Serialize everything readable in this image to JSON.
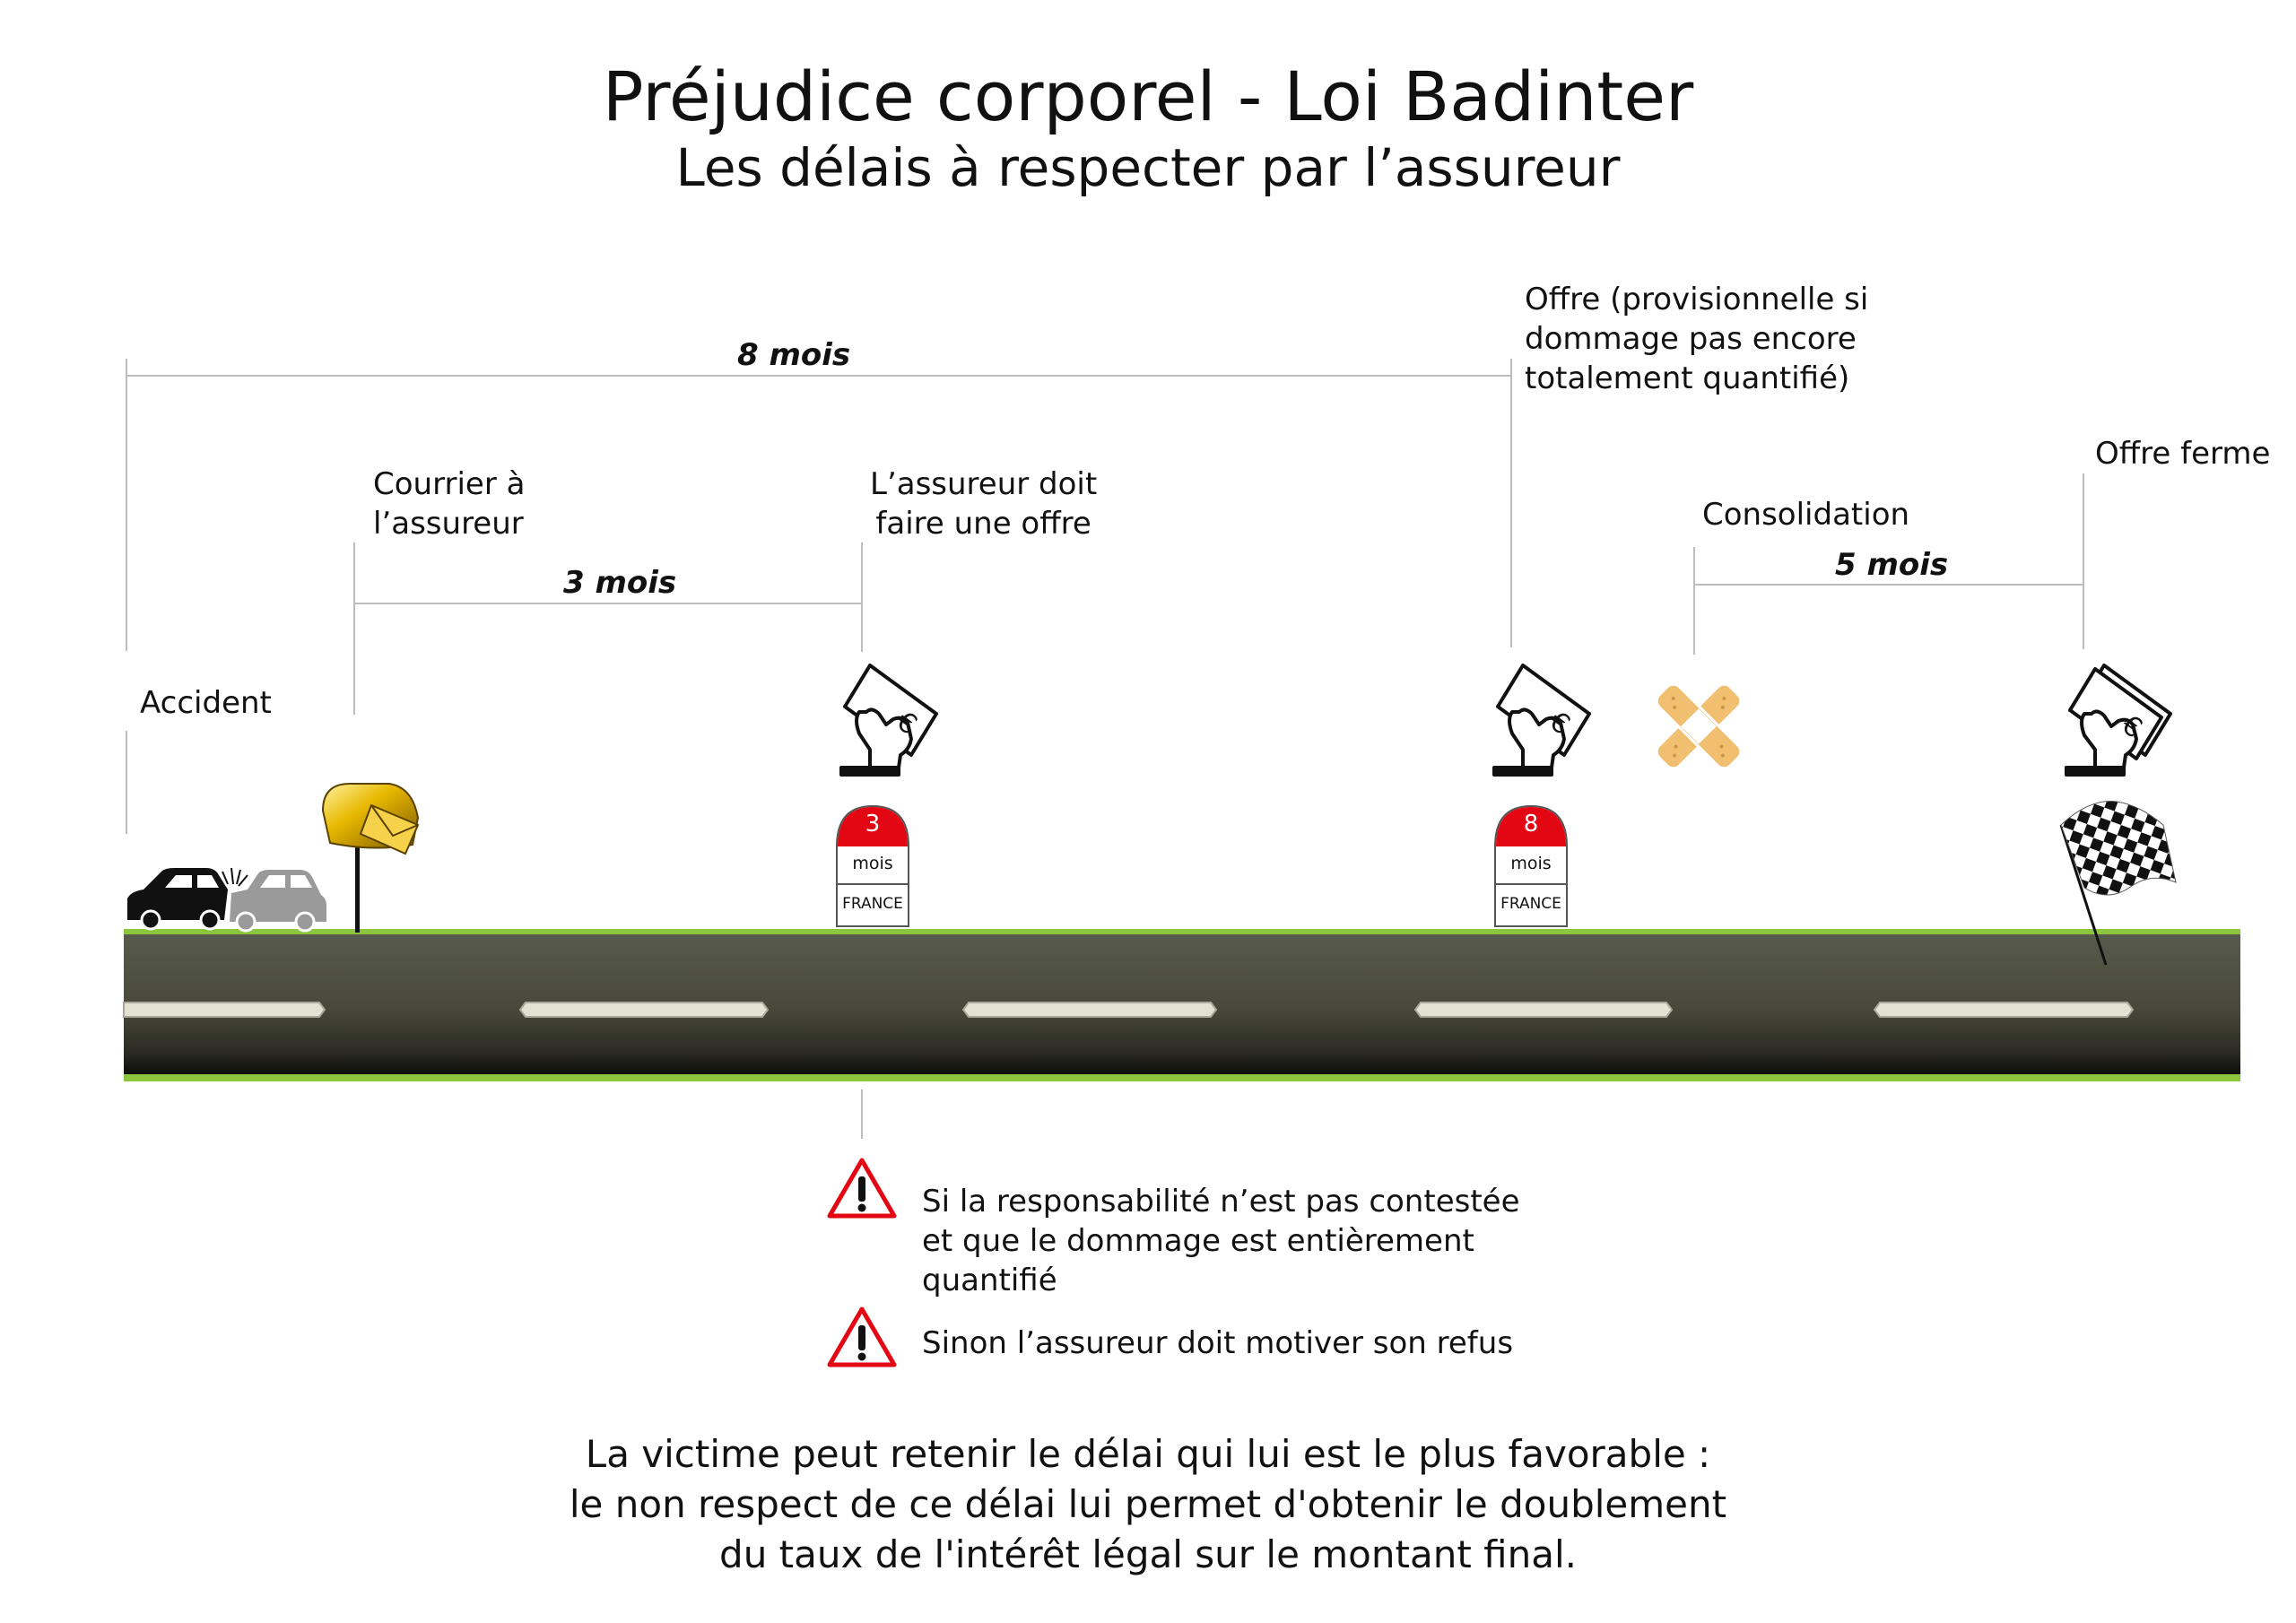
{
  "title": "Préjudice corporel - Loi Badinter",
  "subtitle": "Les délais à respecter par l’assureur",
  "durations": {
    "eight_months": "8 mois",
    "three_months": "3 mois",
    "five_months": "5 mois"
  },
  "events": {
    "accident": "Accident",
    "courrier": [
      "Courrier à",
      "l’assureur"
    ],
    "offre_3mois": [
      "L’assureur doit",
      "faire une offre"
    ],
    "offre_provisionnelle": [
      "Offre (provisionnelle si",
      "dommage pas encore",
      "totalement quantifié)"
    ],
    "consolidation": "Consolidation",
    "offre_ferme": "Offre ferme"
  },
  "milestones": {
    "m3": {
      "number": "3",
      "unit": "mois",
      "country": "FRANCE"
    },
    "m8": {
      "number": "8",
      "unit": "mois",
      "country": "FRANCE"
    }
  },
  "warnings": [
    [
      "Si la responsabilité n’est pas contestée",
      "et que le dommage est entièrement",
      "quantifié"
    ],
    [
      "Sinon l’assureur doit motiver son refus"
    ]
  ],
  "footer": [
    "La victime peut retenir le délai qui lui est le plus favorable :",
    "le non respect de ce délai lui permet d'obtenir le doublement",
    "du taux de l'intérêt légal sur le montant final."
  ],
  "colors": {
    "road": "#4a4b3f",
    "road_edge": "#8cc63f",
    "milestone_red": "#e30613",
    "gold": "#e8b800",
    "bandage": "#f0c070",
    "warning_red": "#e30613"
  },
  "icons": [
    "cars-collision-icon",
    "mailbox-icon",
    "hand-check-icon",
    "milestone-icon",
    "bandage-icon",
    "checkered-flag-icon",
    "warning-icon"
  ]
}
